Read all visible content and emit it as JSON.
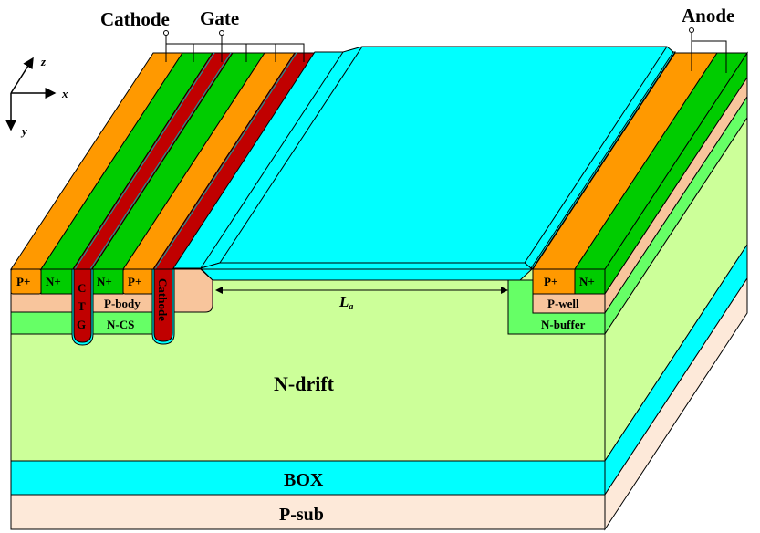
{
  "terminals": {
    "cathode": "Cathode",
    "gate": "Gate",
    "anode": "Anode"
  },
  "axes": {
    "x": "x",
    "y": "y",
    "z": "z"
  },
  "regions": {
    "p_plus_left": "P+",
    "n_plus_left": "N+",
    "ctg_trench": [
      "C",
      "T",
      "G"
    ],
    "n_plus_mid": "N+",
    "p_plus_mid": "P+",
    "cathode_trench": "Cathode",
    "p_body": "P-body",
    "n_cs": "N-CS",
    "n_drift": "N-drift",
    "box": "BOX",
    "p_sub": "P-sub",
    "p_plus_anode": "P+",
    "n_plus_anode": "N+",
    "p_well": "P-well",
    "n_buffer": "N-buffer"
  },
  "dimension": {
    "label": "L",
    "subscript": "a"
  },
  "colors": {
    "p_plus": "#ff9900",
    "n_plus": "#00cc00",
    "trench": "#c00000",
    "oxide": "#00ffff",
    "p_body": "#f8c59c",
    "n_cs": "#66ff66",
    "n_drift": "#ccff99",
    "p_sub": "#fde9d9"
  }
}
